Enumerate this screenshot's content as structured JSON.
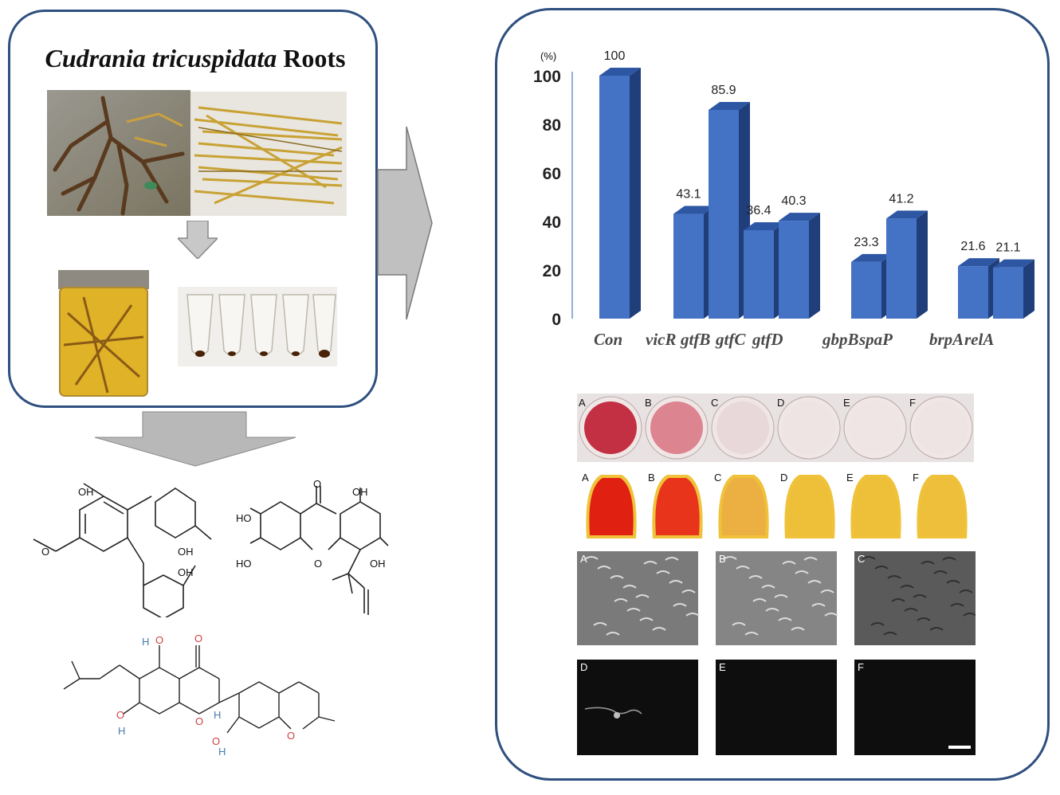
{
  "title": {
    "italic": "Cudrania tricuspidata",
    "rest": " Roots"
  },
  "chart_data": {
    "type": "bar",
    "unit_label": "(%)",
    "categories": [
      "Con",
      "vicR",
      "gtfB",
      "gtfC",
      "gtfD",
      "gbpB",
      "spaP",
      "brpA",
      "relA"
    ],
    "values": [
      100,
      43.1,
      85.9,
      36.4,
      40.3,
      23.3,
      41.2,
      21.6,
      21.1
    ],
    "value_labels": [
      "100",
      "43.1",
      "85.9",
      "36.4",
      "40.3",
      "23.3",
      "41.2",
      "21.6",
      "21.1"
    ],
    "y_ticks": [
      "0",
      "20",
      "40",
      "60",
      "80",
      "100"
    ],
    "ylim": [
      0,
      100
    ],
    "bar_color": "#4472c4"
  },
  "panels": {
    "row1": [
      "A",
      "B",
      "C",
      "D",
      "E",
      "F"
    ],
    "row2": [
      "A",
      "B",
      "C",
      "D",
      "E",
      "F"
    ],
    "sem_top": [
      "A",
      "B",
      "C"
    ],
    "sem_bottom": [
      "D",
      "E",
      "F"
    ]
  },
  "structures": {
    "s1": {
      "oh_top": "OH",
      "oh_right": "OH",
      "oh_bottom": "OH"
    },
    "s2": {
      "o_ketone": "O",
      "oh_tr": "OH",
      "ho_tl": "HO",
      "ho_bl": "HO",
      "o_ring": "O",
      "oh_br": "OH"
    },
    "s3": {
      "h_top": "H",
      "o_top": "O",
      "o_ketone": "O",
      "o_left": "O",
      "h_left": "H",
      "o_ring": "O",
      "h_mid": "H",
      "o_bottom": "O",
      "h_bottom": "H",
      "o_ring2": "O"
    }
  }
}
